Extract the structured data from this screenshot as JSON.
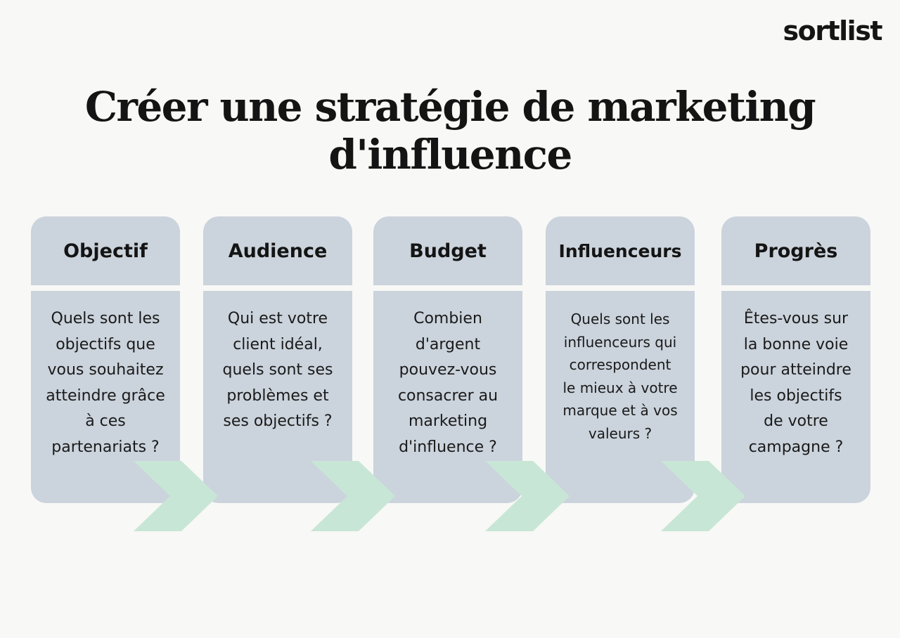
{
  "brand": {
    "logo_text": "sortlist"
  },
  "title": "Créer une stratégie de marketing d'influence",
  "colors": {
    "background": "#f8f8f6",
    "card": "#cbd3dc",
    "chevron": "#c8e6d6",
    "text": "#141414"
  },
  "steps": [
    {
      "heading": "Objectif",
      "text": "Quels sont les\nobjectifs que\nvous souhaitez\natteindre grâce\nà ces\npartenariats ?"
    },
    {
      "heading": "Audience",
      "text": "Qui est votre\nclient idéal,\nquels sont ses\nproblèmes et\nses objectifs ?"
    },
    {
      "heading": "Budget",
      "text": "Combien\nd'argent\npouvez-vous\nconsacrer au\nmarketing\nd'influence ?"
    },
    {
      "heading": "Influenceurs",
      "text": "Quels sont les\ninfluenceurs qui\ncorrespondent\nle mieux à votre\nmarque et à vos\nvaleurs ?"
    },
    {
      "heading": "Progrès",
      "text": "Êtes-vous sur\nla bonne voie\npour atteindre\nles objectifs\nde votre\ncampagne ?"
    }
  ],
  "connector_icon": "chevron-right-arrow"
}
